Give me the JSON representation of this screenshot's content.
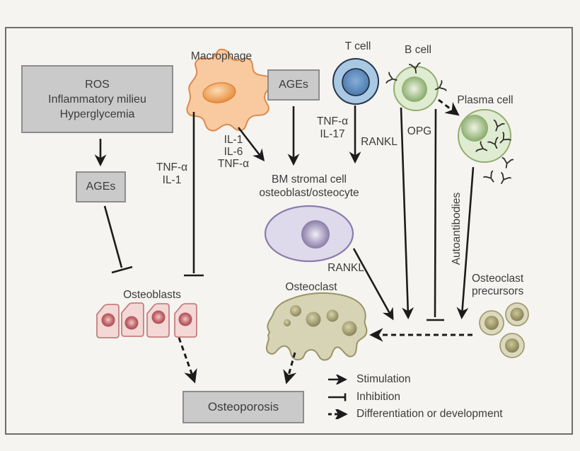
{
  "boxes": {
    "ros": {
      "label": "ROS\nInflammatory milieu\nHyperglycemia"
    },
    "ages1": {
      "label": "AGEs"
    },
    "ages2": {
      "label": "AGEs"
    },
    "osteoporosis": {
      "label": "Osteoporosis"
    }
  },
  "cells": {
    "macrophage": {
      "label": "Macrophage"
    },
    "t_cell": {
      "label": "T cell"
    },
    "b_cell": {
      "label": "B cell"
    },
    "plasma_cell": {
      "label": "Plasma cell"
    },
    "bm_stromal": {
      "label": "BM stromal cell\nosteoblast/osteocyte"
    },
    "osteoblasts": {
      "label": "Osteoblasts"
    },
    "osteoclast": {
      "label": "Osteoclast"
    },
    "osteoclast_precursors": {
      "label": "Osteoclast\nprecursors"
    }
  },
  "signals": {
    "tnfa_il1": "TNF-α\nIL-1",
    "il1_il6_tnfa": "IL-1\nIL-6\nTNF-α",
    "tnfa_il17": "TNF-α\nIL-17",
    "rankl_tcell": "RANKL",
    "opg": "OPG",
    "rankl_stromal": "RANKL",
    "autoantibodies": "Autoantibodies"
  },
  "legend": {
    "items": [
      {
        "icon": "stimulation-arrow",
        "label": "Stimulation"
      },
      {
        "icon": "inhibition-bar",
        "label": "Inhibition"
      },
      {
        "icon": "dashed-arrow",
        "label": "Differentiation or development"
      }
    ]
  },
  "colors": {
    "bg": "#f5f4f1",
    "frame_border": "#6e6e6e",
    "line": "#1c1c1c",
    "text": "#3c3c3c",
    "box_fill": "#cacaca",
    "box_border": "#8d8d8d",
    "macrophage_fill": "#f9caa0",
    "macrophage_stroke": "#dd8a4c",
    "t_cell_fill": "#a9c8e4",
    "b_cell_fill": "#dfecd2",
    "b_cell_stroke": "#92ad6e",
    "stromal_fill": "#ded9eb",
    "stromal_stroke": "#8b7cab",
    "osteoblast_fill": "#f3d8d6",
    "osteoblast_stroke": "#c4807f",
    "osteoclast_fill": "#d7d3b5",
    "osteoclast_stroke": "#9a9466",
    "precursor_fill": "#ddd9be",
    "precursor_stroke": "#a29c72",
    "antibody": "#2e2e2e"
  }
}
